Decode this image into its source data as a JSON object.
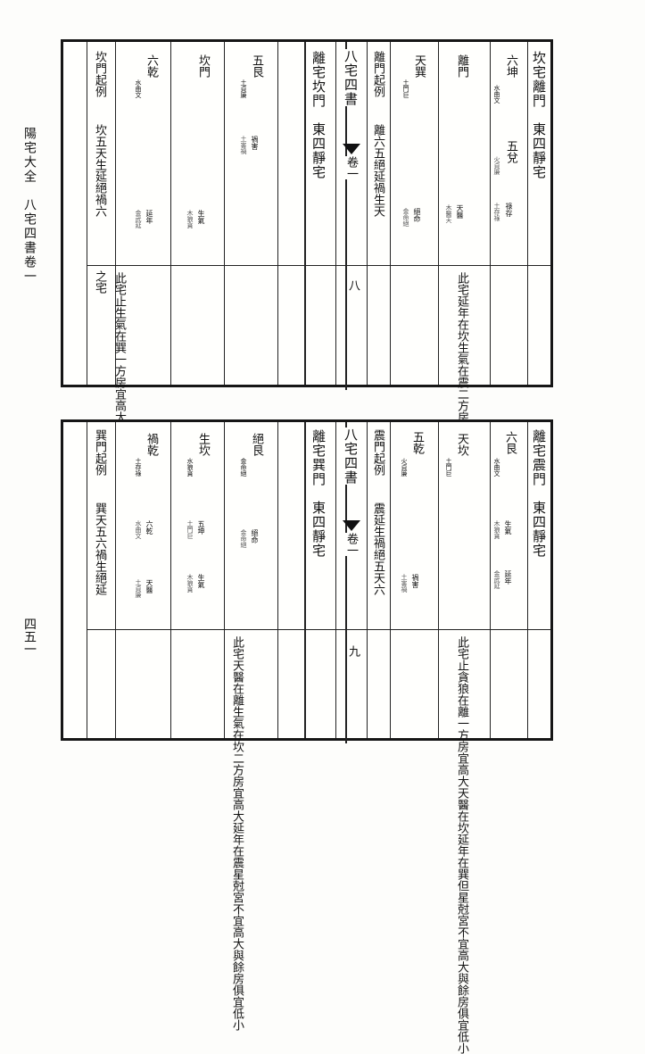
{
  "margin": {
    "title": "陽宅大全　八宅四書卷一",
    "page_number": "四五一"
  },
  "top": {
    "main_title": "坎宅離門　東四靜宅",
    "gate_liu": "六坤",
    "gate_liu_sub": "水曲文",
    "gate_wu": "五兌",
    "gate_wu_sub": "火貞廉",
    "lu_gua": "祿存",
    "lu_gua_sub": "土存祿",
    "lumen": "離門",
    "note_right": "此宅延年在坎生氣在震二方房宜高大天醫在巽宮尅星不宜高大與餘房俱宜低小",
    "tian_xun": "天巽",
    "tian_xun_sub": "土門巨",
    "tian_zhen": "天醫",
    "tian_zhen_sub": "木醫天",
    "jue_gen": "絕命",
    "jue_gen_sub": "金命絕",
    "lichu": "離門起例",
    "lichu_body": "離六五絕延禍生天",
    "spine_title": "八宅四書",
    "spine_juan": "卷一",
    "spine_ba": "八",
    "lizhai": "離宅坎門　東四靜宅",
    "wu_gen": "五艮",
    "wu_gen_sub": "土貞廉",
    "wu_gen_mid": "禍害",
    "wu_gen_mid_sub": "土害禍",
    "kan_men": "坎門",
    "kan_sheng": "生氣",
    "kan_sheng_sub": "木狼貪",
    "liu_qian": "六乾",
    "liu_qian_sub": "水曲文",
    "liu_qian_mid": "延年",
    "liu_qian_mid_sub": "金武延",
    "kan_qili": "坎門起例",
    "kan_body": "坎五天生延絕禍六",
    "note_left": "此宅止生氣在巽一方房宜高大延年在離天醫俱宮尅星不宜高大且主屋受尅非大吉",
    "kan_zhi": "之宅"
  },
  "bottom": {
    "main_title": "離宅震門　東四靜宅",
    "liu_gen": "六艮",
    "liu_gen_sub": "水曲文",
    "sheng_qi": "生氣",
    "sheng_qi_sub": "木狼貪",
    "yan_nian": "延年",
    "yan_nian_sub": "金武延",
    "tian_kan": "天坎",
    "tian_kan_sub": "土門巨",
    "wu_qian": "五乾",
    "wu_qian_sub": "火貞廉",
    "huo_hai": "禍害",
    "huo_hai_sub": "土害禍",
    "zhen_qili": "震門起例",
    "zhen_body": "震延生禍絕五天六",
    "note_right": "此宅止貪狼在離一方房宜高大天醫在坎延年在巽但星尅宮不宜高大與餘房俱宜低小",
    "spine_title": "八宅四書",
    "spine_juan": "卷一",
    "spine_ba": "九",
    "lizhai_xun": "離宅巽門　東四靜宅",
    "jue_gen": "絕艮",
    "jue_gen_sub": "金命絕",
    "jue_mid": "絕命",
    "jue_mid_sub": "金命絕",
    "sheng_kan": "生坎",
    "sheng_kan_sub": "水狼貪",
    "sheng_mid": "生氣",
    "sheng_mid_sub": "木狼貪",
    "tian_yi": "天醫",
    "tian_yi_sub": "土門巨",
    "huo_qian": "禍乾",
    "huo_qian_sub": "土存祿",
    "huo_mid": "六乾",
    "huo_mid_sub": "水曲文",
    "wu_kun": "五坤",
    "wu_kun_sub": "土貞廉",
    "xun_qili": "巽門起例",
    "xun_body": "巽天五六禍生絕延",
    "note_left": "此宅天醫在離生氣在坎二方房宜高大延年在震星尅宮不宜高大與餘房俱宜低小"
  }
}
